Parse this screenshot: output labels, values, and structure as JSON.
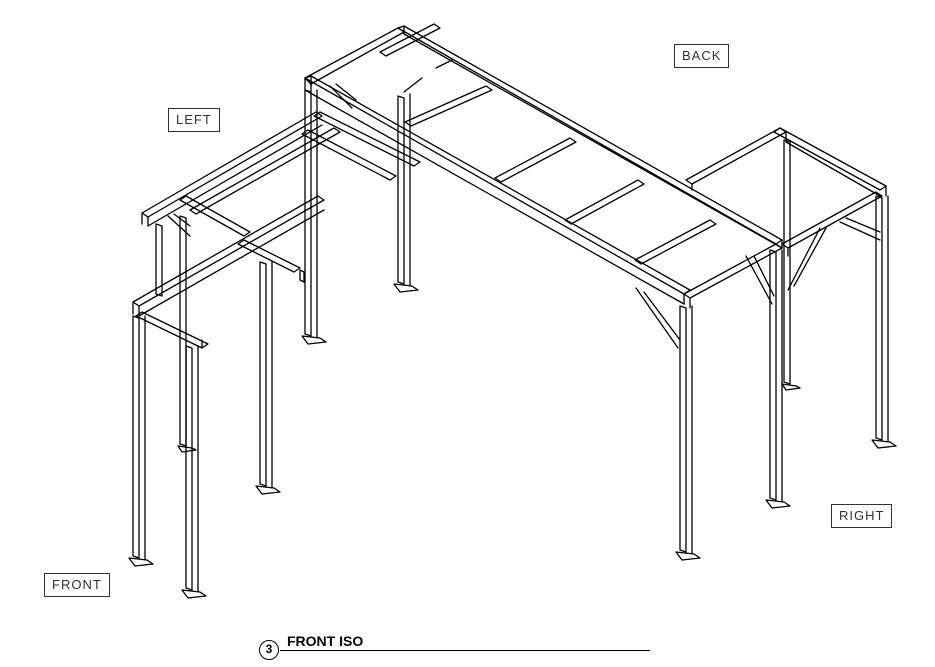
{
  "drawing": {
    "view_labels": {
      "left": "LEFT",
      "back": "BACK",
      "right": "RIGHT",
      "front": "FRONT"
    },
    "view_number": "3",
    "view_title": "FRONT ISO"
  }
}
